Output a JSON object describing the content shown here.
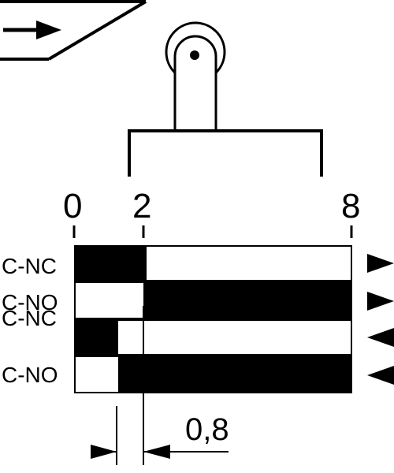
{
  "scale": {
    "labels": [
      "0",
      "2",
      "8"
    ]
  },
  "rows": [
    {
      "label": "C-NC",
      "direction": "forward",
      "filled_segments": [
        [
          0,
          2
        ]
      ]
    },
    {
      "label": "C-NO",
      "direction": "forward",
      "filled_segments": [
        [
          2,
          8
        ]
      ]
    },
    {
      "label": "C-NC",
      "direction": "backward",
      "filled_segments": [
        [
          0,
          1.2
        ]
      ]
    },
    {
      "label": "C-NO",
      "direction": "backward",
      "filled_segments": [
        [
          1.2,
          8
        ]
      ]
    }
  ],
  "hysteresis": {
    "label": "0,8"
  },
  "icons": [
    "actuation-arrow-icon",
    "roller-lever-icon",
    "direction-arrow-icon"
  ]
}
